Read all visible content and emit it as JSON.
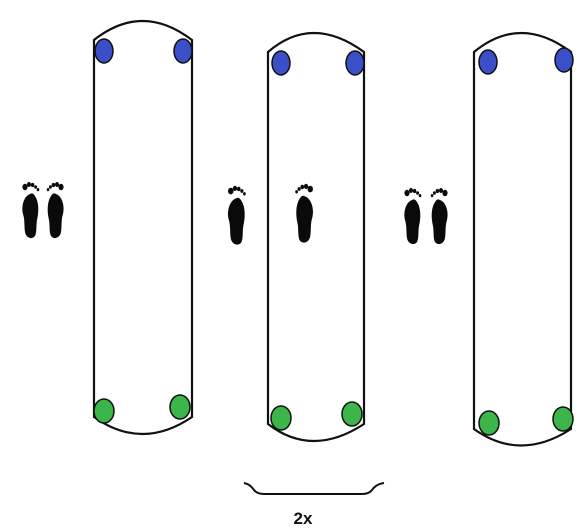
{
  "diagram": {
    "annotation": "2x",
    "colors": {
      "outline": "#111111",
      "marker_top": "#3b4fc8",
      "marker_bottom": "#3cb54a",
      "footprint": "#0a0a0a",
      "background": "#ffffff"
    },
    "lanes": [
      {
        "name": "lane-1",
        "footprints": "standing-pair",
        "top_markers": 2,
        "bottom_markers": 2
      },
      {
        "name": "lane-2",
        "footprints": "split-stance",
        "top_markers": 2,
        "bottom_markers": 2
      },
      {
        "name": "lane-3",
        "footprints": "standing-pair",
        "top_markers": 2,
        "bottom_markers": 2
      }
    ],
    "icons": [
      "footprint-icon",
      "marker-dot-icon",
      "brace-icon"
    ]
  }
}
